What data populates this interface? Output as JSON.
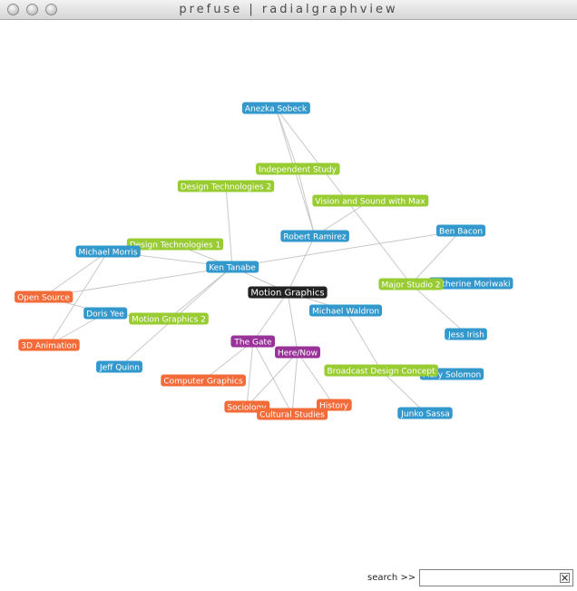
{
  "window": {
    "title": "prefuse | radialgraphview"
  },
  "colors": {
    "blue": "#3399cc",
    "green": "#99cc33",
    "orange": "#f26b38",
    "purple": "#993399",
    "center": "#222222",
    "edge": "#c8c8c8"
  },
  "graph": {
    "nodes": [
      {
        "id": "motion",
        "label": "Motion Graphics",
        "color": "center"
      },
      {
        "id": "anezka",
        "label": "Anezka Sobeck",
        "color": "blue"
      },
      {
        "id": "indep",
        "label": "Independent Study",
        "color": "green"
      },
      {
        "id": "dt2",
        "label": "Design Technologies 2",
        "color": "green"
      },
      {
        "id": "vsm",
        "label": "Vision and Sound with Max",
        "color": "green"
      },
      {
        "id": "ben",
        "label": "Ben Bacon",
        "color": "blue"
      },
      {
        "id": "robert",
        "label": "Robert Ramirez",
        "color": "blue"
      },
      {
        "id": "dt1",
        "label": "Design Technologies 1",
        "color": "green"
      },
      {
        "id": "mmorris",
        "label": "Michael Morris",
        "color": "blue"
      },
      {
        "id": "ken",
        "label": "Ken Tanabe",
        "color": "blue"
      },
      {
        "id": "catherine",
        "label": "Catherine Moriwaki",
        "color": "blue"
      },
      {
        "id": "ms2",
        "label": "Major Studio 2",
        "color": "green"
      },
      {
        "id": "opensource",
        "label": "Open Source",
        "color": "orange"
      },
      {
        "id": "doris",
        "label": "Doris Yee",
        "color": "blue"
      },
      {
        "id": "mg2",
        "label": "Motion Graphics 2",
        "color": "green"
      },
      {
        "id": "mwaldron",
        "label": "Michael Waldron",
        "color": "blue"
      },
      {
        "id": "jess",
        "label": "Jess Irish",
        "color": "blue"
      },
      {
        "id": "anim",
        "label": "3D Animation",
        "color": "orange"
      },
      {
        "id": "gate",
        "label": "The Gate",
        "color": "purple"
      },
      {
        "id": "herenow",
        "label": "Here/Now",
        "color": "purple"
      },
      {
        "id": "jeff",
        "label": "Jeff Quinn",
        "color": "blue"
      },
      {
        "id": "mary",
        "label": "Mary Solomon",
        "color": "blue"
      },
      {
        "id": "bdc",
        "label": "Broadcast Design Concept",
        "color": "green"
      },
      {
        "id": "cg",
        "label": "Computer Graphics",
        "color": "orange"
      },
      {
        "id": "socio",
        "label": "Sociology",
        "color": "orange"
      },
      {
        "id": "history",
        "label": "History",
        "color": "orange"
      },
      {
        "id": "cultural",
        "label": "Cultural Studies",
        "color": "orange"
      },
      {
        "id": "junko",
        "label": "Junko Sassa",
        "color": "blue"
      }
    ],
    "edges": [
      [
        "motion",
        "robert"
      ],
      [
        "motion",
        "ken"
      ],
      [
        "motion",
        "mwaldron"
      ],
      [
        "motion",
        "gate"
      ],
      [
        "motion",
        "herenow"
      ],
      [
        "robert",
        "indep"
      ],
      [
        "robert",
        "vsm"
      ],
      [
        "anezka",
        "indep"
      ],
      [
        "anezka",
        "robert"
      ],
      [
        "anezka",
        "ms2"
      ],
      [
        "ken",
        "dt2"
      ],
      [
        "ken",
        "dt1"
      ],
      [
        "ken",
        "ben"
      ],
      [
        "ken",
        "mg2"
      ],
      [
        "ken",
        "opensource"
      ],
      [
        "ken",
        "jeff"
      ],
      [
        "mmorris",
        "ken"
      ],
      [
        "mmorris",
        "anim"
      ],
      [
        "mmorris",
        "opensource"
      ],
      [
        "doris",
        "opensource"
      ],
      [
        "doris",
        "anim"
      ],
      [
        "doris",
        "mg2"
      ],
      [
        "ben",
        "ms2"
      ],
      [
        "ms2",
        "jess"
      ],
      [
        "ms2",
        "catherine"
      ],
      [
        "mwaldron",
        "bdc"
      ],
      [
        "bdc",
        "junko"
      ],
      [
        "bdc",
        "mary"
      ],
      [
        "gate",
        "cg"
      ],
      [
        "gate",
        "socio"
      ],
      [
        "gate",
        "cultural"
      ],
      [
        "herenow",
        "history"
      ],
      [
        "herenow",
        "cultural"
      ],
      [
        "herenow",
        "socio"
      ]
    ]
  },
  "search": {
    "label": "search >>",
    "value": ""
  }
}
